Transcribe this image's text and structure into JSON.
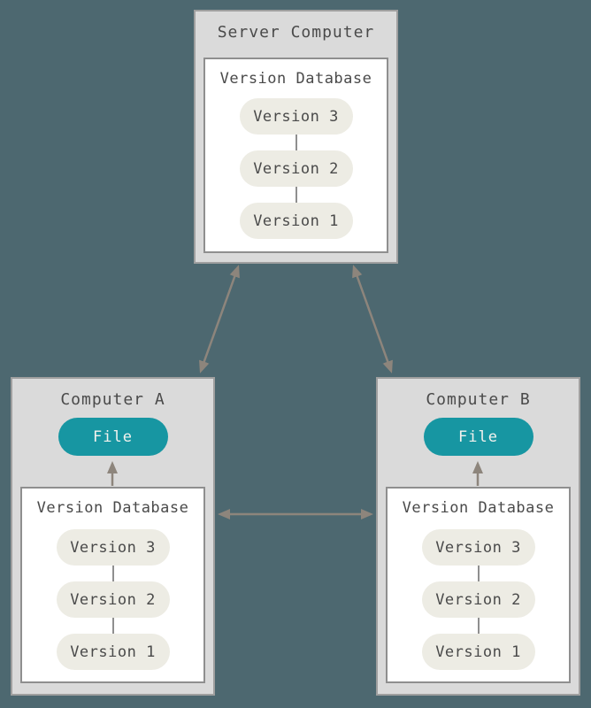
{
  "diagram": {
    "server": {
      "title": "Server Computer",
      "database": {
        "title": "Version Database",
        "versions": [
          "Version 3",
          "Version 2",
          "Version 1"
        ]
      }
    },
    "computer_a": {
      "title": "Computer A",
      "file_label": "File",
      "database": {
        "title": "Version Database",
        "versions": [
          "Version 3",
          "Version 2",
          "Version 1"
        ]
      }
    },
    "computer_b": {
      "title": "Computer B",
      "file_label": "File",
      "database": {
        "title": "Version Database",
        "versions": [
          "Version 3",
          "Version 2",
          "Version 1"
        ]
      }
    }
  },
  "colors": {
    "background": "#4d6870",
    "box_fill": "#dadada",
    "box_border": "#9f9f9f",
    "db_fill": "#ffffff",
    "db_border": "#8f8f8f",
    "version_pill_fill": "#edece4",
    "file_pill_fill": "#1796a2",
    "file_pill_text": "#f4f2ee",
    "text": "#4a4a4a",
    "arrow": "#8d857c",
    "connector": "#8f8f8f"
  }
}
